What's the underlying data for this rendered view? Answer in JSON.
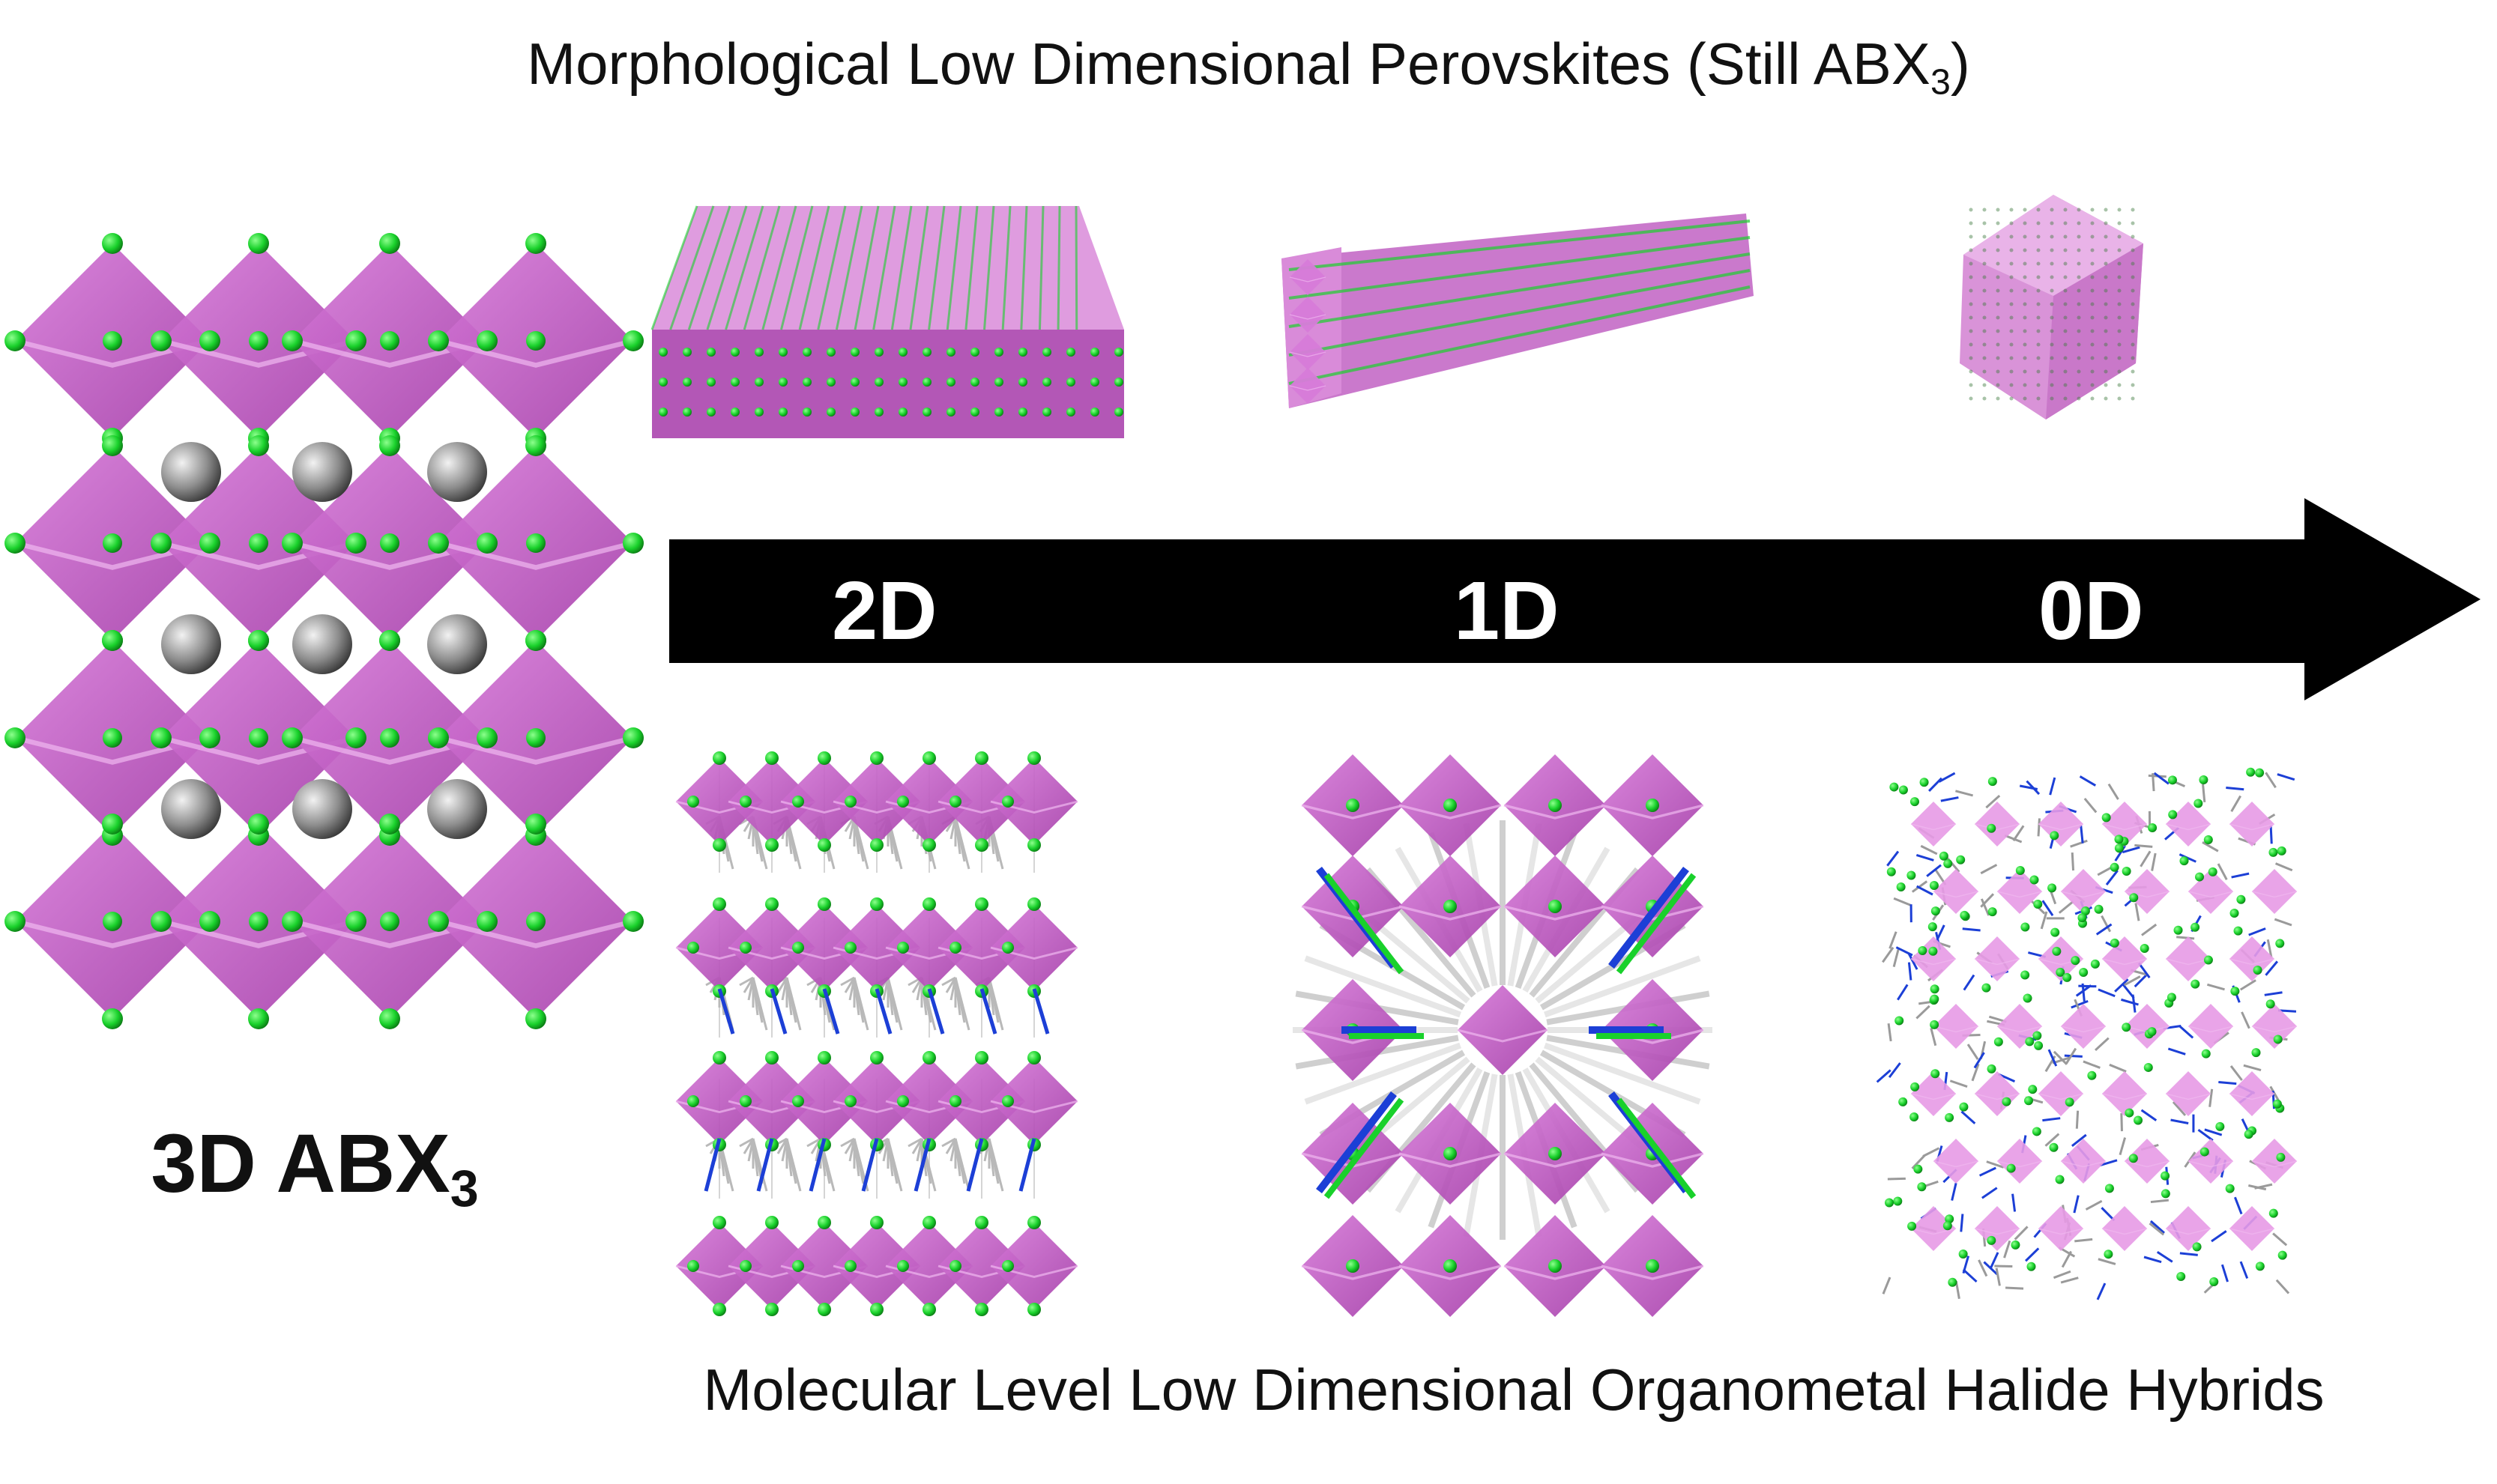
{
  "top_title": "Morphological Low Dimensional Perovskites (Still ABX",
  "top_title_sub": "3",
  "top_title_end": ")",
  "structure_label": "3D ABX",
  "structure_label_sub": "3",
  "stages": [
    "2D",
    "1D",
    "0D"
  ],
  "bottom_title": "Molecular Level Low Dimensional Organometal Halide Hybrids",
  "colors": {
    "octahedron": "#c25ec8",
    "octahedron_light": "#e79ae6",
    "halide": "#19d12b",
    "cation": "#8d8d8d",
    "organic_blue": "#1c3fd6",
    "organic_gray": "#b9b9b9",
    "arrow": "#000000"
  },
  "icons": [
    "octahedron-icon",
    "halide-atom-icon",
    "cation-sphere-icon"
  ]
}
